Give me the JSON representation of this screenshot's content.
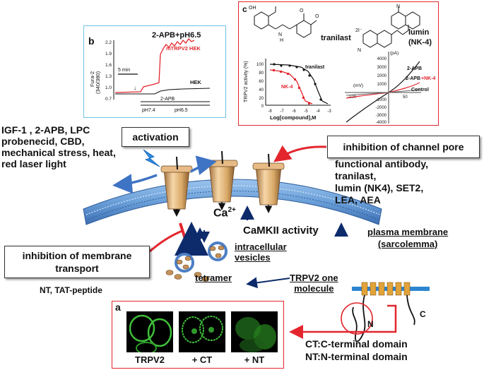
{
  "panel_b": {
    "letter": "b",
    "title": "2-APB+pH6.5",
    "ylabel_line1": "Fura-2",
    "ylabel_line2": "(340/380)",
    "yticks": [
      "2.2",
      "1.9",
      "1.6",
      "1.3",
      "1.0",
      "0.7"
    ],
    "scalebar": "5 min",
    "series_mtrpv2": "mTRPV2 HEK",
    "series_hek": "HEK",
    "bar_label": "2-APB",
    "ph_low": "pH7.4",
    "ph_high": "pH6.5"
  },
  "panel_c": {
    "letter": "c",
    "tranilast_label": "tranilast",
    "lumin_label_line1": "lumin",
    "lumin_label_line2": "(NK-4)",
    "counter_ion": "2I⁻",
    "dr_ylabel": "TRPV2 activity (%)",
    "dr_xlabel": "Log[compound],M",
    "dr_yticks": [
      "100",
      "80",
      "60",
      "40",
      "20",
      "0"
    ],
    "dr_xticks": [
      "-8",
      "-7",
      "-6",
      "-5",
      "-4",
      "-3"
    ],
    "dr_series_tranilast": "tranilast",
    "dr_series_nk4": "NK-4",
    "iv_unit_current": "(pA)",
    "iv_unit_voltage": "(mV)",
    "iv_yticks": [
      "4000",
      "3000",
      "2000",
      "1000",
      "-1000",
      "-2000",
      "-3000",
      "-4000"
    ],
    "iv_xticks": [
      "-100",
      "50"
    ],
    "iv_series_apb": "2-APB",
    "iv_series_apb_nk4_a": "2-APB",
    "iv_series_apb_nk4_b": "+NK-4",
    "iv_series_control": "Control"
  },
  "activators": {
    "line1": "IGF-1 , 2-APB, LPC",
    "line2": "probenecid, CBD,",
    "line3": "mechanical stress, heat,",
    "line4": "red laser light"
  },
  "activation_box": "activation",
  "pore_box": "inhibition of channel pore",
  "pore_inhibitors": {
    "line1": "functional antibody,",
    "line2": "tranilast,",
    "line3": "lumin (NK4), SET2,",
    "line4": "LEA, AEA"
  },
  "calcium": {
    "base": "Ca",
    "sup": "2+"
  },
  "camkii": "CaMKII activity",
  "plasma_membrane": {
    "line1": "plasma membrane",
    "line2": "(sarcolemma)"
  },
  "transport_box": {
    "line1": "inhibition of membrane",
    "line2": "transport"
  },
  "transport_inhibitors": "NT, TAT-peptide",
  "vesicles": {
    "line1": "intracellular",
    "line2": "vesicles"
  },
  "tetramer": "tetramer",
  "one_molecule": {
    "line1": "TRPV2 one",
    "line2": "molecule"
  },
  "topology": {
    "n": "N",
    "c": "C"
  },
  "panel_a": {
    "letter": "a",
    "captions": [
      "TRPV2",
      "+ CT",
      "+ NT"
    ]
  },
  "domains": {
    "ct": "CT:C-terminal domain",
    "nt": "NT:N-terminal domain"
  },
  "colors": {
    "membrane_blue": "#6a9fd8",
    "red": "#e3262e",
    "navy": "#0d2b6b",
    "arrow_blue": "#3f73c4",
    "fluor_green": "#3fbf3a",
    "channel_tan": "#d9a968"
  }
}
